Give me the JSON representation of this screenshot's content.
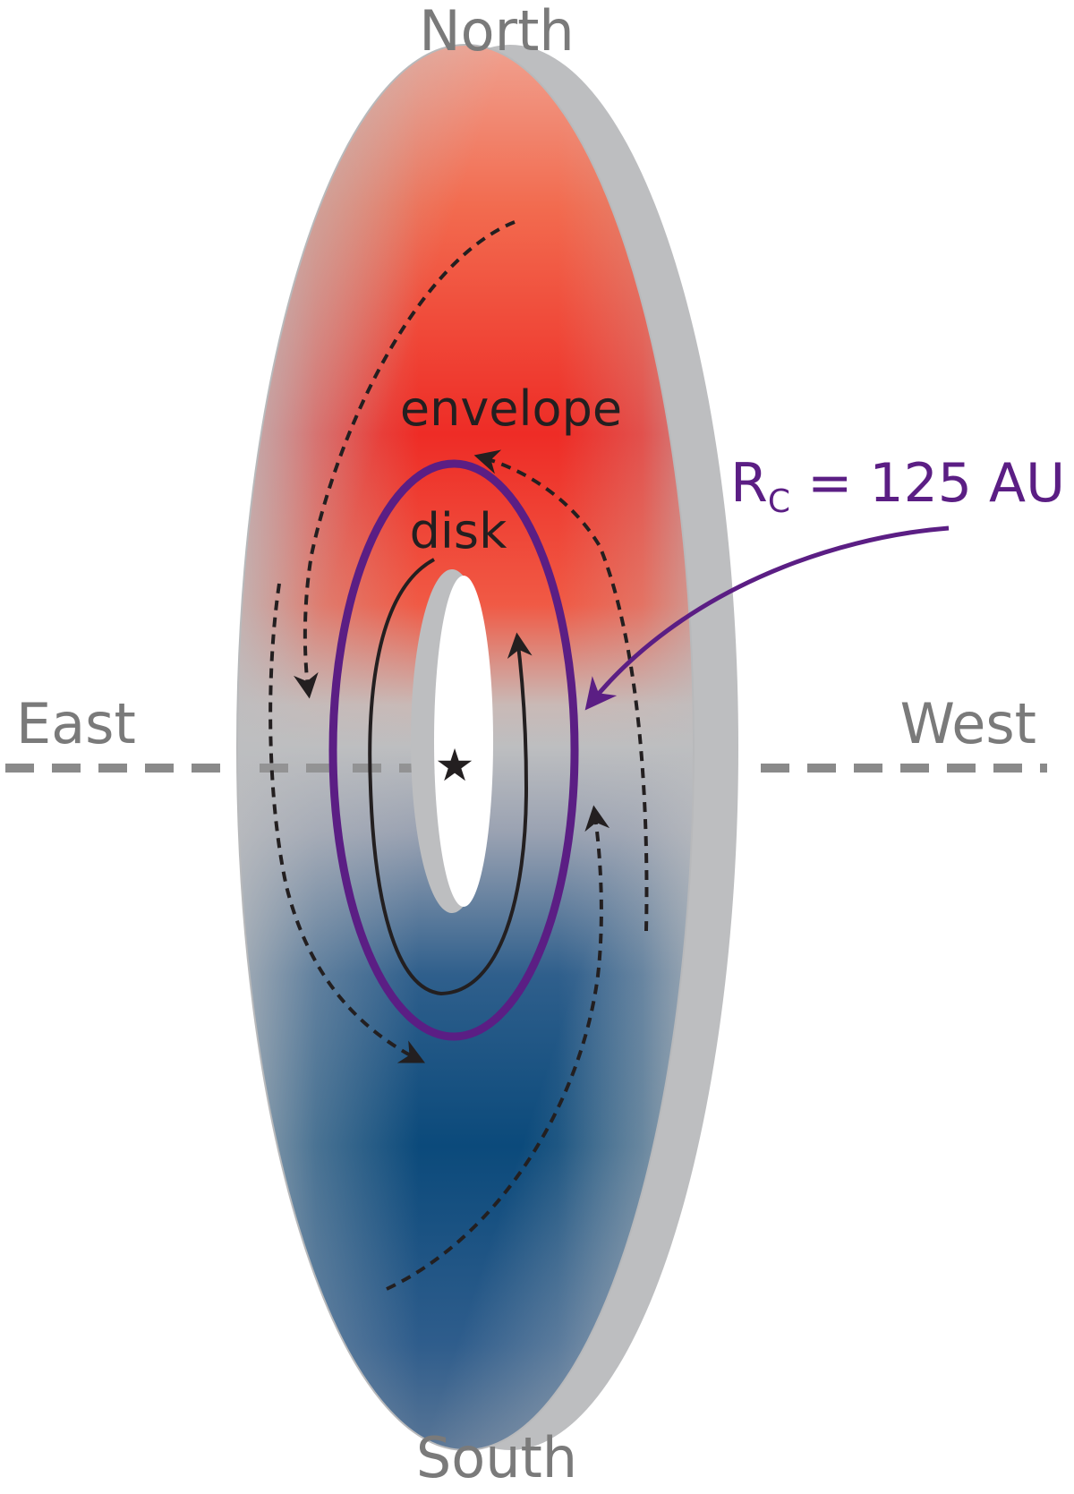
{
  "labels": {
    "north": "North",
    "south": "South",
    "east": "East",
    "west": "West",
    "envelope": "envelope",
    "disk": "disk",
    "radius_main": "R",
    "radius_sub": "C",
    "radius_value": " = 125 AU"
  },
  "colors": {
    "redshift": "#ec1c24",
    "blueshift": "#08497a",
    "neutral": "#bdbec0",
    "disk_edge": "#5b1e84",
    "compass_text": "#7a7a7a",
    "flow_lines": "#231f20"
  },
  "icons": {
    "star": "star-icon"
  }
}
